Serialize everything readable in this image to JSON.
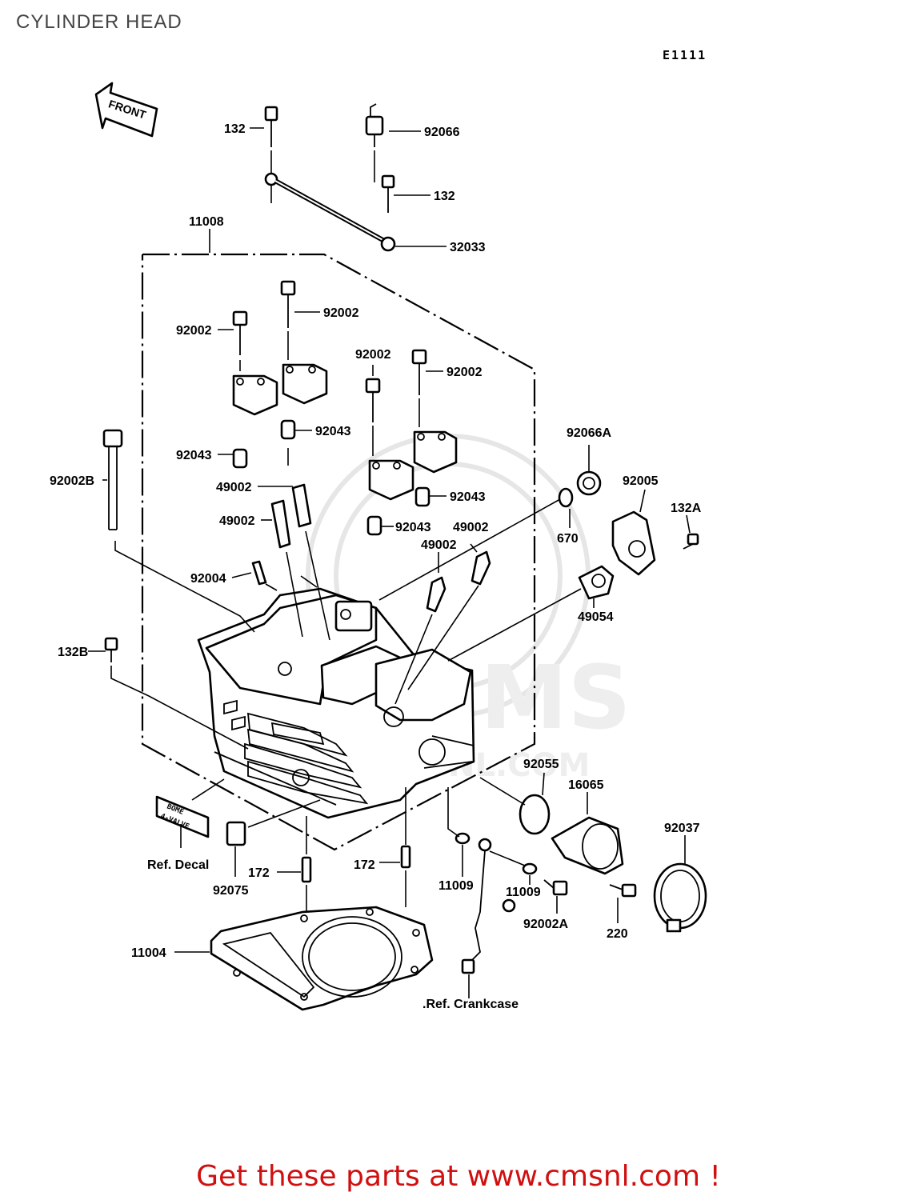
{
  "page": {
    "title": "CYLINDER HEAD",
    "diagram_code": "E1111",
    "front_arrow_label": "FRONT",
    "footer": "Get these parts at www.cmsnl.com !"
  },
  "labels": {
    "p132_top_left": "132",
    "p92066": "92066",
    "p132_right": "132",
    "p32033": "32033",
    "p11008": "11008",
    "p92002_a": "92002",
    "p92002_b": "92002",
    "p92002_c": "92002",
    "p92002_d": "92002",
    "p92043_a": "92043",
    "p92043_b": "92043",
    "p92043_c": "92043",
    "p92043_d": "92043",
    "p92002B": "92002B",
    "p49002_a": "49002",
    "p49002_b": "49002",
    "p49002_c": "49002",
    "p49002_d": "49002",
    "p92004": "92004",
    "p92066A": "92066A",
    "p92005": "92005",
    "p132A": "132A",
    "p670": "670",
    "p49054": "49054",
    "p132B": "132B",
    "p92055": "92055",
    "p16065": "16065",
    "p92037": "92037",
    "ref_decal": "Ref. Decal",
    "p92075": "92075",
    "p172_left": "172",
    "p172_right": "172",
    "p11009_left": "11009",
    "p11009_right": "11009",
    "p92002A": "92002A",
    "p220": "220",
    "p11004": "11004",
    "ref_crankcase": ".Ref. Crankcase",
    "decal_text_1": "BOME",
    "decal_text_2": "4-VALVE"
  }
}
